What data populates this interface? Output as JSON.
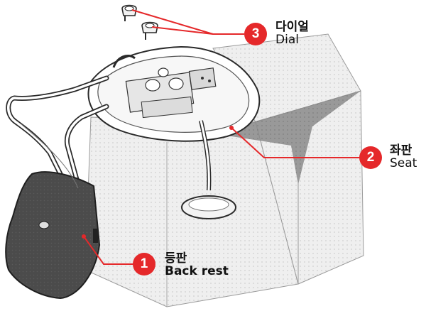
{
  "colors": {
    "accent": "#e5282a",
    "line": "#2a2a2a",
    "box_fill": "#ececec",
    "backrest_fill": "#4a4a4a"
  },
  "callouts": [
    {
      "number": "1",
      "korean": "등판",
      "english": "Back rest"
    },
    {
      "number": "2",
      "korean": "좌판",
      "english": "Seat"
    },
    {
      "number": "3",
      "korean": "다이얼",
      "english": "Dial"
    }
  ]
}
